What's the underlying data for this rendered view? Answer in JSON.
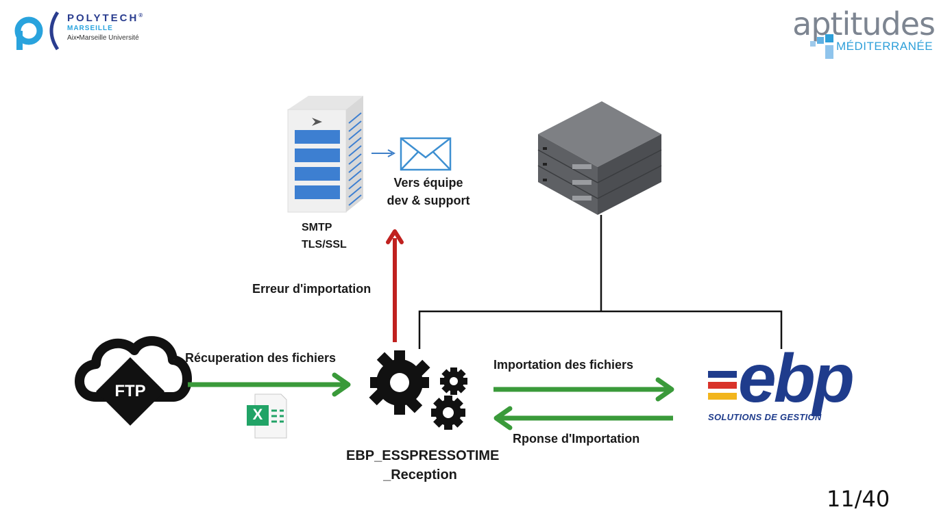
{
  "header": {
    "polytech": {
      "title": "POLYTECH",
      "registered": "®",
      "city": "MARSEILLE",
      "university": "Aix•Marseille Université"
    },
    "aptitudes": {
      "word": "aptitudes",
      "sub": "MÉDITERRANÉE"
    }
  },
  "diagram": {
    "smtp": {
      "line1": "SMTP",
      "line2": "TLS/SSL"
    },
    "mail": {
      "line1": "Vers équipe",
      "line2": "dev & support"
    },
    "error_label": "Erreur d'importation",
    "ftp": {
      "label": "FTP",
      "arrow_label": "Récuperation des fichiers"
    },
    "excel_icon_letter": "X",
    "process": {
      "line1": "EBP_ESSPRESSOTIME",
      "line2": "_Reception"
    },
    "import_label": "Importation des fichiers",
    "response_label": "Rponse d'Importation",
    "ebp": {
      "logo": "ebp",
      "sub": "SOLUTIONS DE GESTION"
    }
  },
  "colors": {
    "green_arrow": "#3a9a3a",
    "red_arrow": "#c0211f",
    "blue_arrow": "#3d7fc8",
    "ebp_blue": "#1f3c8c",
    "ebp_red": "#d9332a",
    "ebp_yellow": "#f2b51d"
  },
  "footer": {
    "page": "11/40"
  }
}
